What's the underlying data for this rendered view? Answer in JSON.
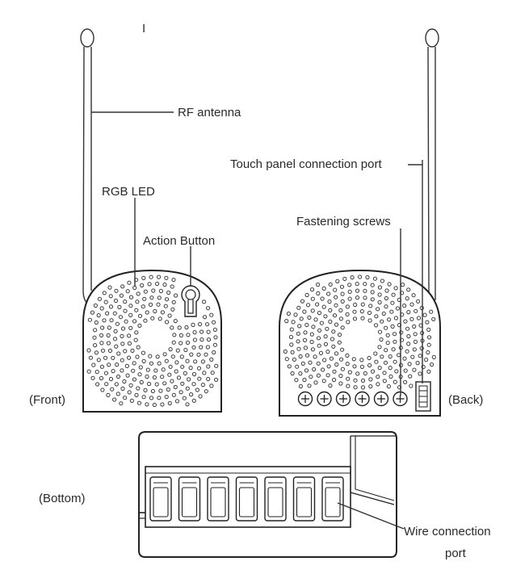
{
  "labels": {
    "rf_antenna": "RF antenna",
    "touch_panel_port": "Touch panel connection port",
    "rgb_led": "RGB LED",
    "fastening_screws": "Fastening screws",
    "action_button": "Action Button",
    "front": "(Front)",
    "back": "(Back)",
    "bottom": "(Bottom)",
    "wire_port_line1": "Wire connection",
    "wire_port_line2": "port"
  },
  "stray_mark": "I",
  "counts": {
    "fastening_screws": 6,
    "terminal_slots": 7
  }
}
